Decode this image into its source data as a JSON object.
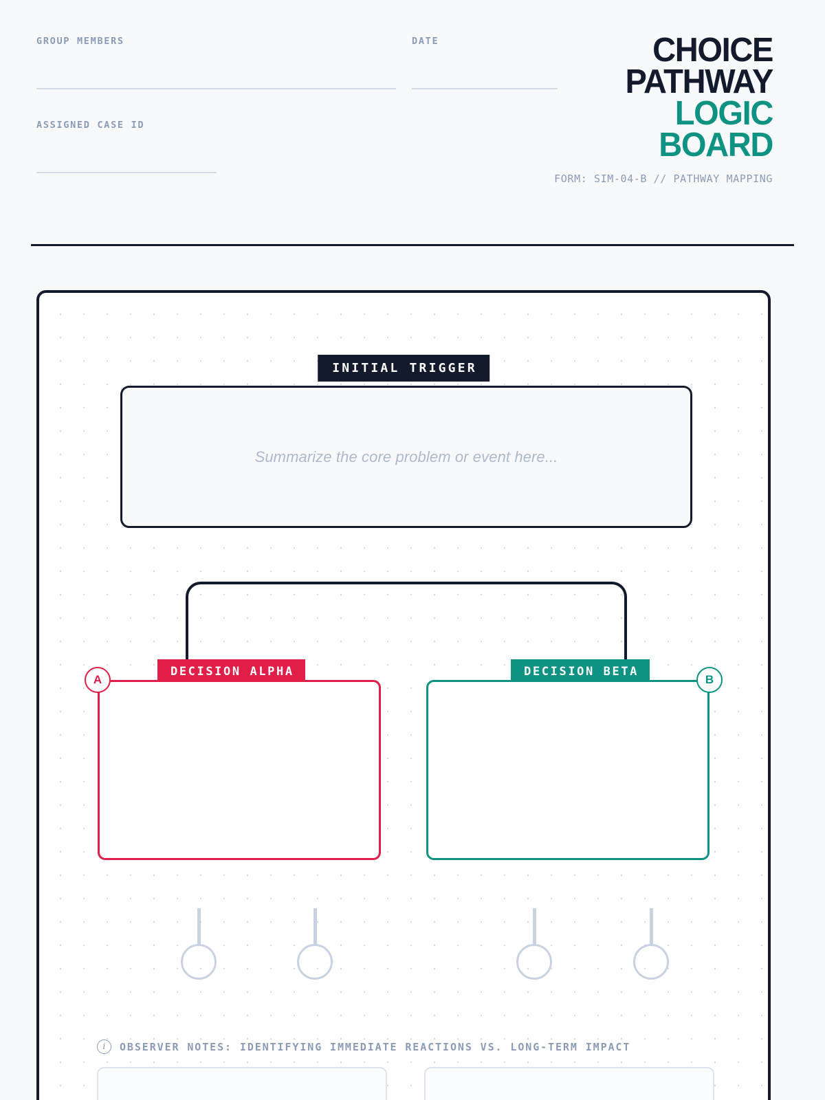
{
  "meta": {
    "colors": {
      "ink": "#131A2B",
      "paper": "#F7F9FB",
      "accent_teal": "#0E9282",
      "accent_crimson": "#E01E47",
      "muted": "#8C9BB5",
      "rule": "#D3DBE6"
    }
  },
  "header": {
    "fields": [
      {
        "label": "GROUP MEMBERS",
        "value": ""
      },
      {
        "label": "DATE",
        "value": ""
      },
      {
        "label": "ASSIGNED CASE ID",
        "value": ""
      }
    ],
    "brand": {
      "line1": "CHOICE",
      "line2": "PATHWAY",
      "line3": "LOGIC",
      "line4": "BOARD",
      "subtitle": "FORM: SIM-04-B // PATHWAY MAPPING"
    }
  },
  "board": {
    "trigger": {
      "tag": "INITIAL TRIGGER",
      "placeholder": "Summarize the core problem or event here..."
    },
    "branches": [
      {
        "id": "A",
        "tag": "DECISION ALPHA",
        "badge": "A",
        "color": "#E01E47",
        "value": ""
      },
      {
        "id": "B",
        "tag": "DECISION BETA",
        "badge": "B",
        "color": "#0E9282",
        "value": ""
      }
    ],
    "outcome_stubs": [
      {
        "id": "alpha-1"
      },
      {
        "id": "alpha-2"
      },
      {
        "id": "beta-1"
      },
      {
        "id": "beta-2"
      }
    ],
    "notes": {
      "icon": "info-icon",
      "heading": "OBSERVER NOTES: IDENTIFYING IMMEDIATE REACTIONS VS. LONG-TERM IMPACT",
      "boxes": [
        {
          "value": ""
        },
        {
          "value": ""
        }
      ]
    }
  }
}
